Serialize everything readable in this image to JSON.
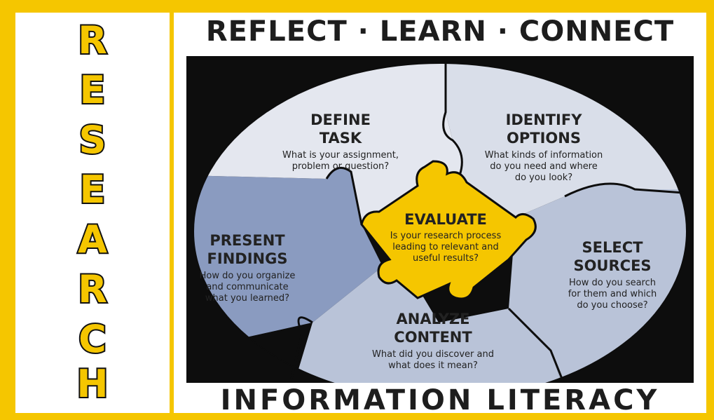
{
  "side_word": [
    "R",
    "E",
    "S",
    "E",
    "A",
    "R",
    "C",
    "H"
  ],
  "header": {
    "title": "REFLECT · LEARN · CONNECT"
  },
  "footer": {
    "title": "INFORMATION  LITERACY"
  },
  "pieces": {
    "define": {
      "title1": "DEFINE",
      "title2": "TASK",
      "line1": "What is your assignment,",
      "line2": "problem or question?"
    },
    "identify": {
      "title1": "IDENTIFY",
      "title2": "OPTIONS",
      "line1": "What kinds of information",
      "line2": "do you need and where",
      "line3": "do you look?"
    },
    "select": {
      "title1": "SELECT",
      "title2": "SOURCES",
      "line1": "How do you search",
      "line2": "for them and which",
      "line3": "do you choose?"
    },
    "analyze": {
      "title1": "ANALYZE",
      "title2": "CONTENT",
      "line1": "What did you discover and",
      "line2": "what does it mean?"
    },
    "present": {
      "title1": "PRESENT",
      "title2": "FINDINGS",
      "line1": "How do you organize",
      "line2": "and communicate",
      "line3": "what you learned?"
    },
    "evaluate": {
      "title": "EVALUATE",
      "line1": "Is your research process",
      "line2": "leading to relevant and",
      "line3": "useful results?"
    }
  },
  "colors": {
    "frame": "#f5c600",
    "center": "#f5c600",
    "light_piece": "#d9dee9",
    "mid_piece": "#b9c3d8",
    "dark_piece": "#8a9bc0"
  }
}
